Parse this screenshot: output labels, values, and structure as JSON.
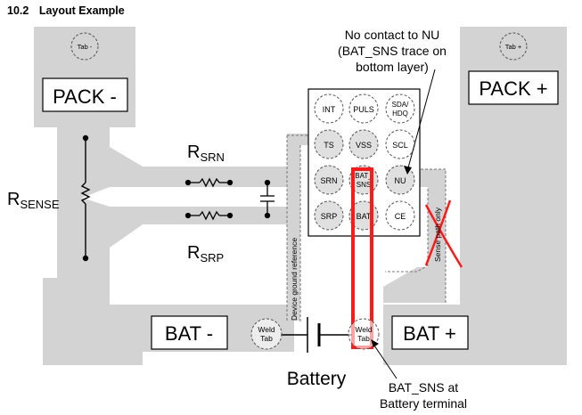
{
  "section": {
    "number": "10.2",
    "title": "Layout Example"
  },
  "pads": {
    "tab_minus": "Tab -",
    "tab_plus": "Tab +",
    "pack_minus": "PACK -",
    "pack_plus": "PACK +",
    "bat_minus": "BAT -",
    "bat_plus": "BAT +",
    "weld_tab_left": [
      "Weld",
      "Tab"
    ],
    "weld_tab_right": [
      "Weld",
      "Tab"
    ]
  },
  "ic_pins": [
    [
      "INT",
      "PULS",
      "SDA/\nHDQ"
    ],
    [
      "TS",
      "VSS",
      "SCL"
    ],
    [
      "SRN",
      "BAT_\nSNS",
      "NU"
    ],
    [
      "SRP",
      "BAT",
      "CE"
    ]
  ],
  "resistors": {
    "rsense": {
      "main": "R",
      "sub": "SENSE"
    },
    "rsrn": {
      "main": "R",
      "sub": "SRN"
    },
    "rsrp": {
      "main": "R",
      "sub": "SRP"
    }
  },
  "annotations": {
    "no_contact": [
      "No contact to NU",
      "(BAT_SNS trace on",
      "bottom layer)"
    ],
    "device_ground_reference": "Device ground reference",
    "sense_path_only": "Sense path only",
    "battery": "Battery",
    "bat_sns_terminal": [
      "BAT_SNS at",
      "Battery terminal"
    ]
  },
  "colors": {
    "copper": "#d3d3d3",
    "highlight": "#ff1a1a",
    "pin_fill": "#e0e0e0"
  }
}
